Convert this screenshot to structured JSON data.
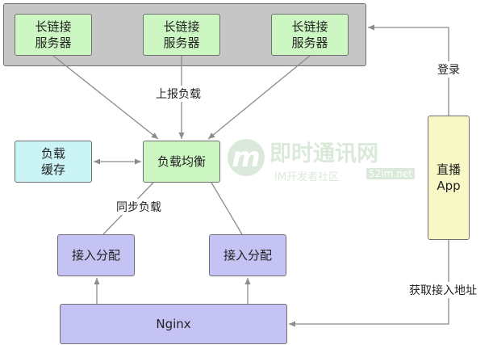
{
  "servers": [
    "长链接\n服务器",
    "长链接\n服务器",
    "长链接\n服务器"
  ],
  "load_balancer": "负载均衡",
  "load_cache": "负载\n缓存",
  "dispatchers": [
    "接入分配",
    "接入分配"
  ],
  "nginx": "Nginx",
  "live_app": "直播\nApp",
  "labels": {
    "report_load": "上报负载",
    "sync_load": "同步负载",
    "login": "登录",
    "get_address": "获取接入地址"
  },
  "watermark": {
    "logo_letter": "m",
    "title": "即时通讯网",
    "subtitle": "IM开发者社区",
    "site": "52im.net"
  },
  "colors": {
    "green": "#cdf7c2",
    "cyan": "#cbf4f7",
    "purple": "#c4c3f4",
    "yellow": "#f8f8c6",
    "group": "#c6c6c6"
  }
}
